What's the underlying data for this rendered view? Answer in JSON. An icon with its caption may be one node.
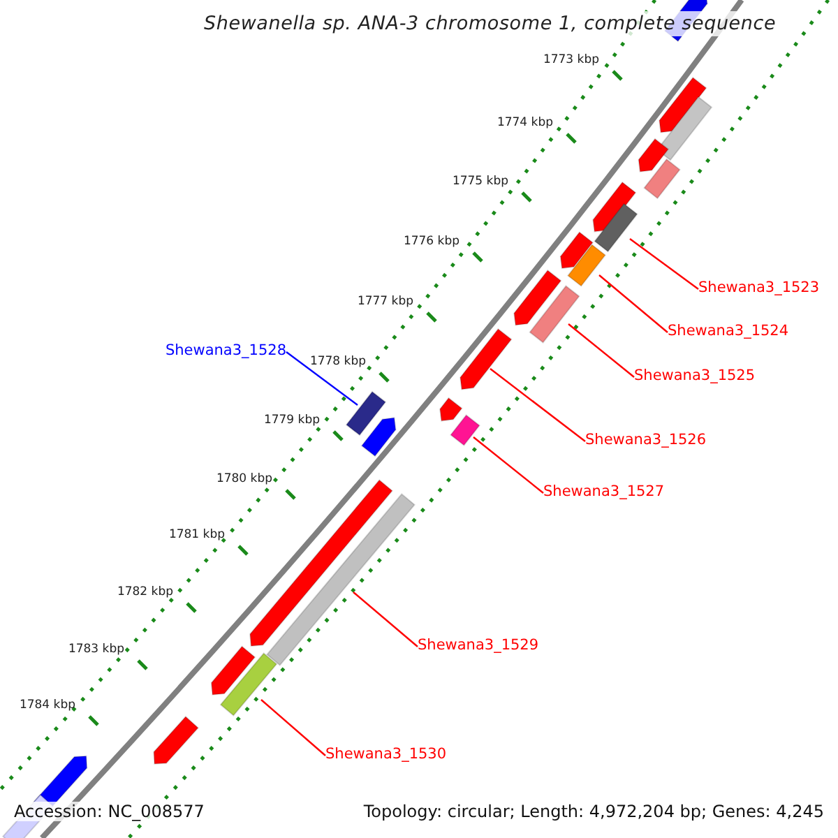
{
  "diagram": {
    "title": "Shewanella sp. ANA-3 chromosome 1, complete sequence",
    "nodes": [
      {
        "text": [
          "Shewana3_1523"
        ]
      },
      {
        "text": [
          "Shewana3_1524"
        ]
      },
      {
        "text": [
          "Shewana3_1528"
        ]
      },
      {
        "text": [
          "Shewana3_1525"
        ]
      },
      {
        "text": [
          "Shewana3_1526"
        ]
      },
      {
        "text": [
          "Shewana3_1527"
        ]
      },
      {
        "text": [
          "Shewana3_1529"
        ]
      },
      {
        "text": [
          "Shewana3_1530"
        ]
      },
      {
        "text": [],
        "shape": "arrow"
      },
      {
        "text": [],
        "shape": "arrow"
      },
      {
        "text": [],
        "shape": "bar"
      },
      {
        "text": [],
        "shape": "arrow"
      },
      {
        "text": [],
        "shape": "bar"
      },
      {
        "text": [],
        "shape": "arrow"
      },
      {
        "text": [],
        "shape": "bar"
      },
      {
        "text": [],
        "shape": "arrow"
      },
      {
        "text": [],
        "shape": "bar"
      },
      {
        "text": [],
        "shape": "arrow"
      },
      {
        "text": [],
        "shape": "bar"
      },
      {
        "text": [],
        "shape": "arrow"
      },
      {
        "text": [],
        "shape": "arrow"
      },
      {
        "text": [],
        "shape": "bar"
      },
      {
        "text": [],
        "shape": "bar"
      },
      {
        "text": [],
        "shape": "arrow"
      },
      {
        "text": [],
        "shape": "arrow"
      },
      {
        "text": [],
        "shape": "bar"
      },
      {
        "text": [],
        "shape": "arrow"
      },
      {
        "text": [],
        "shape": "bar"
      },
      {
        "text": [],
        "shape": "arrow"
      },
      {
        "text": [],
        "shape": "arrow"
      },
      {
        "text": [],
        "shape": "bar"
      }
    ],
    "edges": [
      {
        "from": 0,
        "to": 14,
        "arrow": "none"
      },
      {
        "from": 1,
        "to": 16,
        "arrow": "none"
      },
      {
        "from": 2,
        "to": 21,
        "arrow": "none",
        "color": "#0000ff"
      },
      {
        "from": 3,
        "to": 18,
        "arrow": "none"
      },
      {
        "from": 4,
        "to": 19,
        "arrow": "none"
      },
      {
        "from": 5,
        "to": 22,
        "arrow": "none"
      },
      {
        "from": 6,
        "to": 25,
        "arrow": "none"
      },
      {
        "from": 7,
        "to": 27,
        "arrow": "none"
      }
    ],
    "labels": [
      "1773 kbp",
      "1774 kbp",
      "1775 kbp",
      "1776 kbp",
      "1777 kbp",
      "1778 kbp",
      "1779 kbp",
      "1780 kbp",
      "1781 kbp",
      "1782 kbp",
      "1783 kbp",
      "1784 kbp",
      "Accession: NC_008577",
      "Topology: circular; Length: 4,972,204 bp; Genes: 4,245"
    ]
  }
}
